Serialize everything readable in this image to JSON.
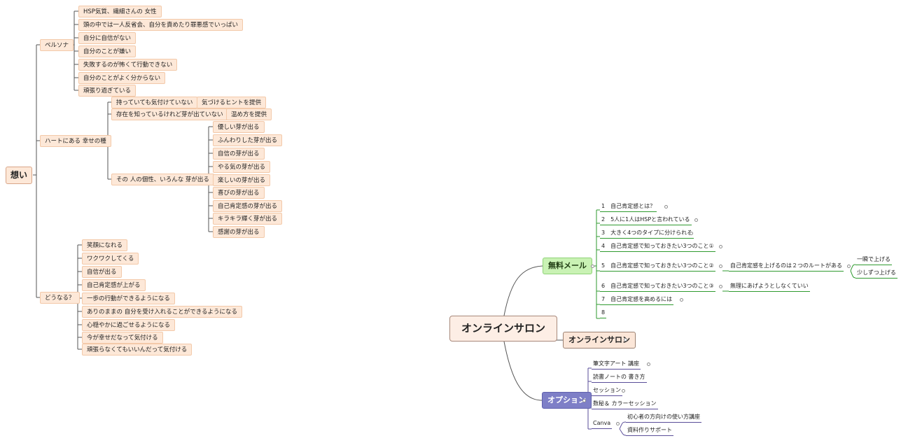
{
  "left_map": {
    "root": "想い",
    "persona": {
      "label": "ペルソナ",
      "items": [
        "HSP気質、繊細さんの 女性",
        "頭の中では一人反省会、自分を責めたり罪悪感でいっぱい",
        "自分に自信がない",
        "自分のことが嫌い",
        "失敗するのが怖くて行動できない",
        "自分のことがよく分からない",
        "頑張り過ぎている"
      ]
    },
    "seed": {
      "label": "ハートにある 幸せの種",
      "sub1": "持っていても気付けていない",
      "sub1_child": "気づけるヒントを提供",
      "sub2": "存在を知っているけれど芽が出ていない",
      "sub2_child": "温め方を提供",
      "sub3": "その 人の個性、いろんな 芽が出る",
      "sprouts": [
        "優しい芽が出る",
        "ふんわりした芽が出る",
        "自信の芽が出る",
        "やる気の芽が出る",
        "楽しいの芽が出る",
        "喜びの芽が出る",
        "自己肯定感の芽が出る",
        "キラキラ輝く芽が出る",
        "感謝の芽が出る"
      ]
    },
    "outcome": {
      "label": "どうなる？",
      "items": [
        "笑顔になれる",
        "ワクワクしてくる",
        "自信が出る",
        "自己肯定感が上がる",
        "一歩の行動ができるようになる",
        "ありのままの 自分を受け入れることができるようになる",
        "心穏やかに過ごせるようになる",
        "今が幸せだなって気付ける",
        "頑張らなくてもいいんだって気付ける"
      ]
    }
  },
  "right_map": {
    "center": "オンラインサロン",
    "free_mail": {
      "label": "無料メール",
      "items": [
        "1　自己肯定感とは？",
        "2　5人に1人はHSPと言われている",
        "3　大きく4つのタイプに分けられる",
        "4　自己肯定感で知っておきたい3つのこと①",
        "5　自己肯定感で知っておきたい3つのこと②",
        "6　自己肯定感で知っておきたい3つのこと③",
        "7　自己肯定感を高めるには",
        "8"
      ],
      "item5_child": "自己肯定感を上げるのは２つのルートがある",
      "item5_grandchildren": [
        "一瞬で上げる",
        "少しずつ上げる"
      ],
      "item6_child": "無理にあげようとしなくていい"
    },
    "salon": {
      "label": "オンラインサロン"
    },
    "option": {
      "label": "オプション",
      "items": [
        "筆文字アート 講座",
        "読書ノートの 書き方",
        "セッション",
        "数秘＆ カラーセッション",
        "Canva"
      ],
      "canva_children": [
        "初心者の方向けの使い方講座",
        "資料作りサポート"
      ]
    }
  },
  "colors": {
    "topic_fill": "#fde8d8",
    "green_branch": "#2f9a2f",
    "purple_branch": "#5a4e99",
    "connector": "#555555"
  }
}
